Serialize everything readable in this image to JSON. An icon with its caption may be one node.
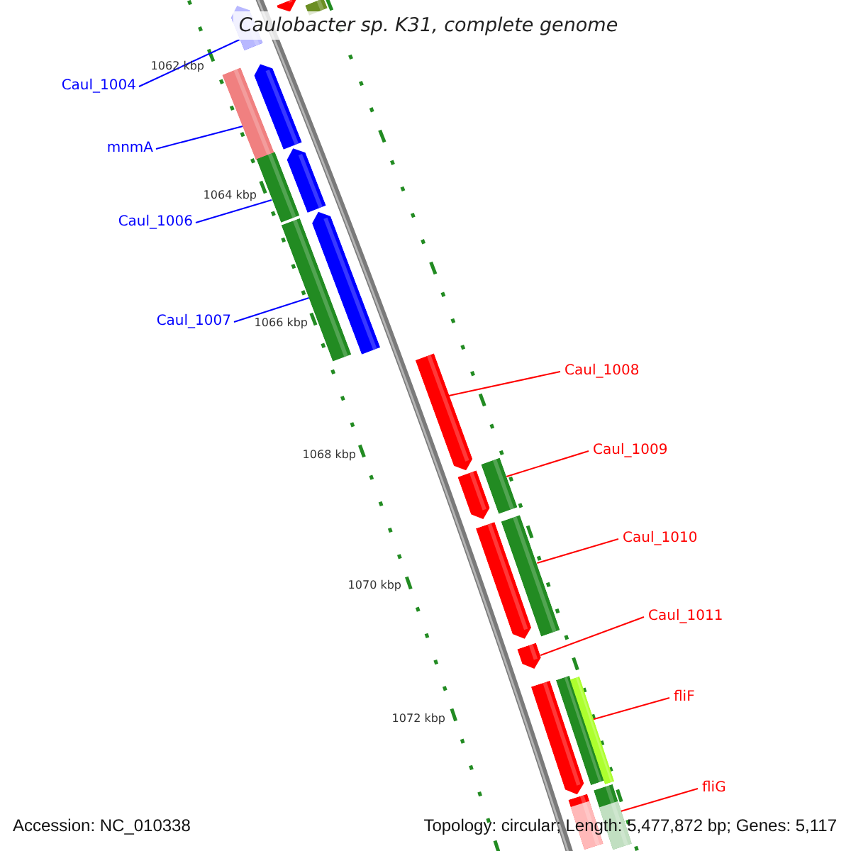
{
  "diagram": {
    "title": "Caulobacter sp. K31, complete genome",
    "nodes": [
      {
        "text": [
          "Caul_1004"
        ]
      },
      {
        "text": [
          "mnmA"
        ]
      },
      {
        "text": [
          "Caul_1006"
        ]
      },
      {
        "text": [
          "Caul_1007"
        ]
      },
      {
        "text": [
          "Caul_1008"
        ]
      },
      {
        "text": [
          "Caul_1009"
        ]
      },
      {
        "text": [
          "Caul_1010"
        ]
      },
      {
        "text": [
          "Caul_1011"
        ]
      },
      {
        "text": [
          "fliF"
        ]
      },
      {
        "text": [
          "fliG"
        ]
      },
      {
        "text": [],
        "shape": "bar"
      },
      {
        "text": [],
        "shape": "bar"
      },
      {
        "text": [],
        "shape": "bar"
      },
      {
        "text": [],
        "shape": "bar"
      },
      {
        "text": [],
        "shape": "bar"
      },
      {
        "text": [],
        "shape": "bar"
      },
      {
        "text": [],
        "shape": "bar"
      },
      {
        "text": [],
        "shape": "bar"
      },
      {
        "text": [],
        "shape": "bar"
      },
      {
        "text": [],
        "shape": "bar"
      },
      {
        "text": [],
        "shape": "bar"
      },
      {
        "text": [],
        "shape": "bar"
      },
      {
        "text": [],
        "shape": "bar"
      },
      {
        "text": [],
        "shape": "bar"
      },
      {
        "text": [],
        "shape": "bar"
      },
      {
        "text": [],
        "shape": "bar"
      },
      {
        "text": [],
        "shape": "bar"
      },
      {
        "text": [],
        "shape": "bar"
      },
      {
        "text": [],
        "shape": "bar"
      },
      {
        "text": [],
        "shape": "bar"
      }
    ],
    "edges": [
      {
        "from": 0,
        "to": 12,
        "arrow": "none",
        "color": "#0000ff"
      },
      {
        "from": 1,
        "to": 13,
        "arrow": "none",
        "color": "#0000ff"
      },
      {
        "from": 2,
        "to": 15,
        "arrow": "none",
        "color": "#0000ff"
      },
      {
        "from": 3,
        "to": 17,
        "arrow": "none",
        "color": "#0000ff"
      },
      {
        "from": 4,
        "to": 19,
        "arrow": "none"
      },
      {
        "from": 5,
        "to": 20,
        "arrow": "none"
      },
      {
        "from": 6,
        "to": 22,
        "arrow": "none"
      },
      {
        "from": 7,
        "to": 24,
        "arrow": "none"
      },
      {
        "from": 8,
        "to": 26,
        "arrow": "none"
      },
      {
        "from": 9,
        "to": 29,
        "arrow": "none"
      }
    ],
    "labels": [
      "1062 kbp",
      "1064 kbp",
      "1066 kbp",
      "1068 kbp",
      "1070 kbp",
      "1072 kbp",
      "Accession: NC_010338",
      "Topology: circular; Length: 5,477,872 bp; Genes: 5,117"
    ]
  }
}
